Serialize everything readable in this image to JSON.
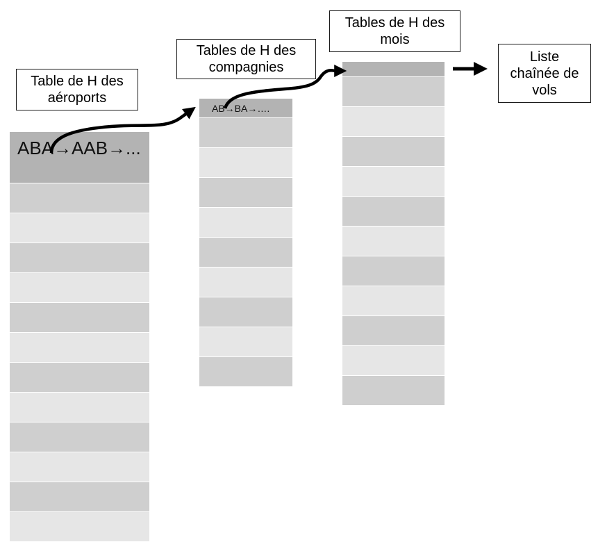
{
  "labels": {
    "aeroports": "Table de H des\naéroports",
    "compagnies": "Tables de H des\ncompagnies",
    "mois": "Tables de H des\nmois",
    "liste": "Liste\nchaînée de\nvols"
  },
  "tables": {
    "aeroports": {
      "head_text": "ABA→AAB→...",
      "row_count": 12
    },
    "compagnies": {
      "head_text": "AB→BA→….",
      "row_count": 9
    },
    "mois": {
      "head_text": "",
      "row_count": 11
    }
  },
  "colors": {
    "head": "#b3b3b3",
    "row_dark": "#cfcfcf",
    "row_light": "#e6e6e6",
    "arrow": "#000000"
  }
}
